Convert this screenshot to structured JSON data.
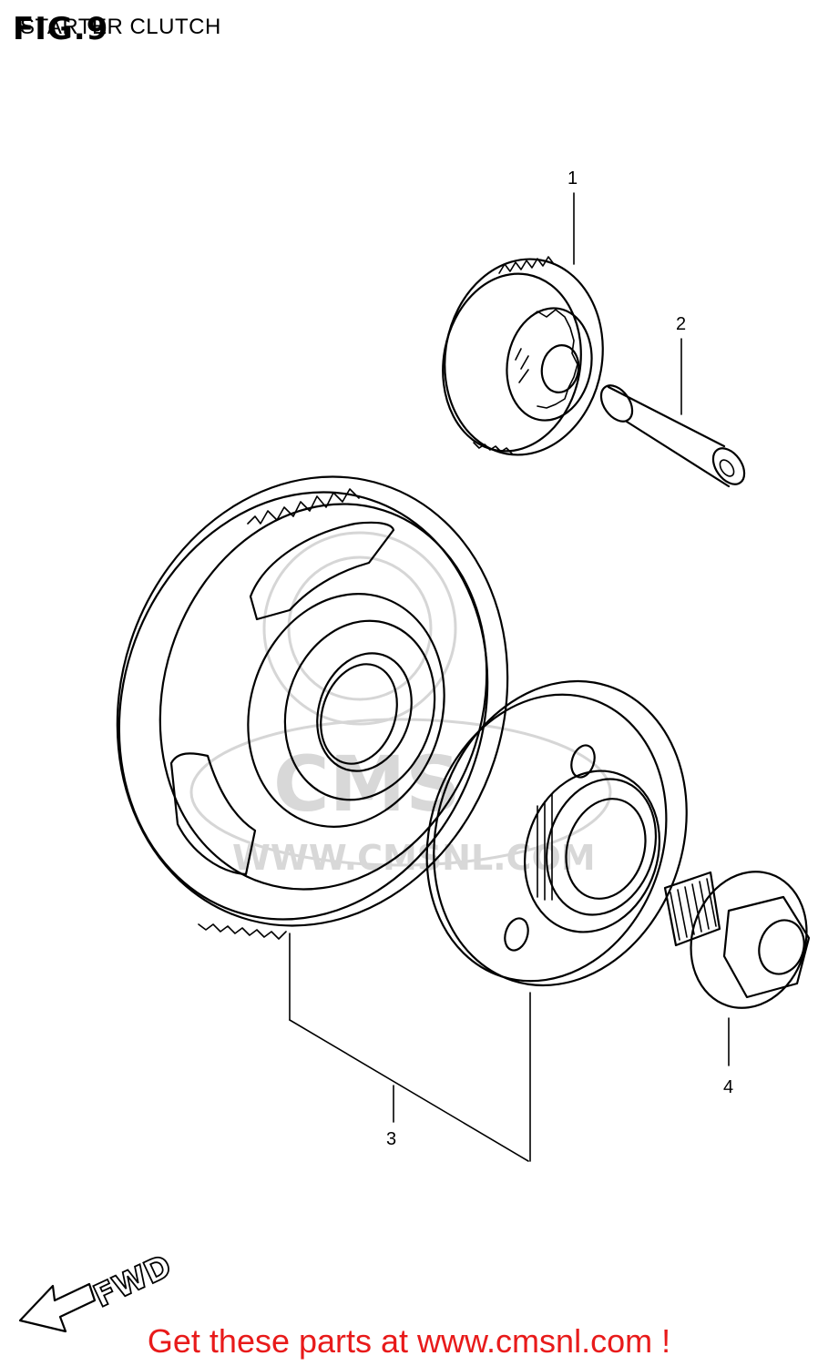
{
  "figure": {
    "label": "FIG.9",
    "title": "STARTER CLUTCH"
  },
  "callouts": [
    "1",
    "2",
    "3",
    "4"
  ],
  "direction_indicator": "FWD",
  "watermark": {
    "brand": "CMS",
    "url": "WWW.CMSNL.COM"
  },
  "footer": {
    "cta": "Get these parts at www.cmsnl.com !"
  },
  "colors": {
    "line": "#000000",
    "cta": "#e81a1a",
    "watermark": "#d6d6d6"
  }
}
